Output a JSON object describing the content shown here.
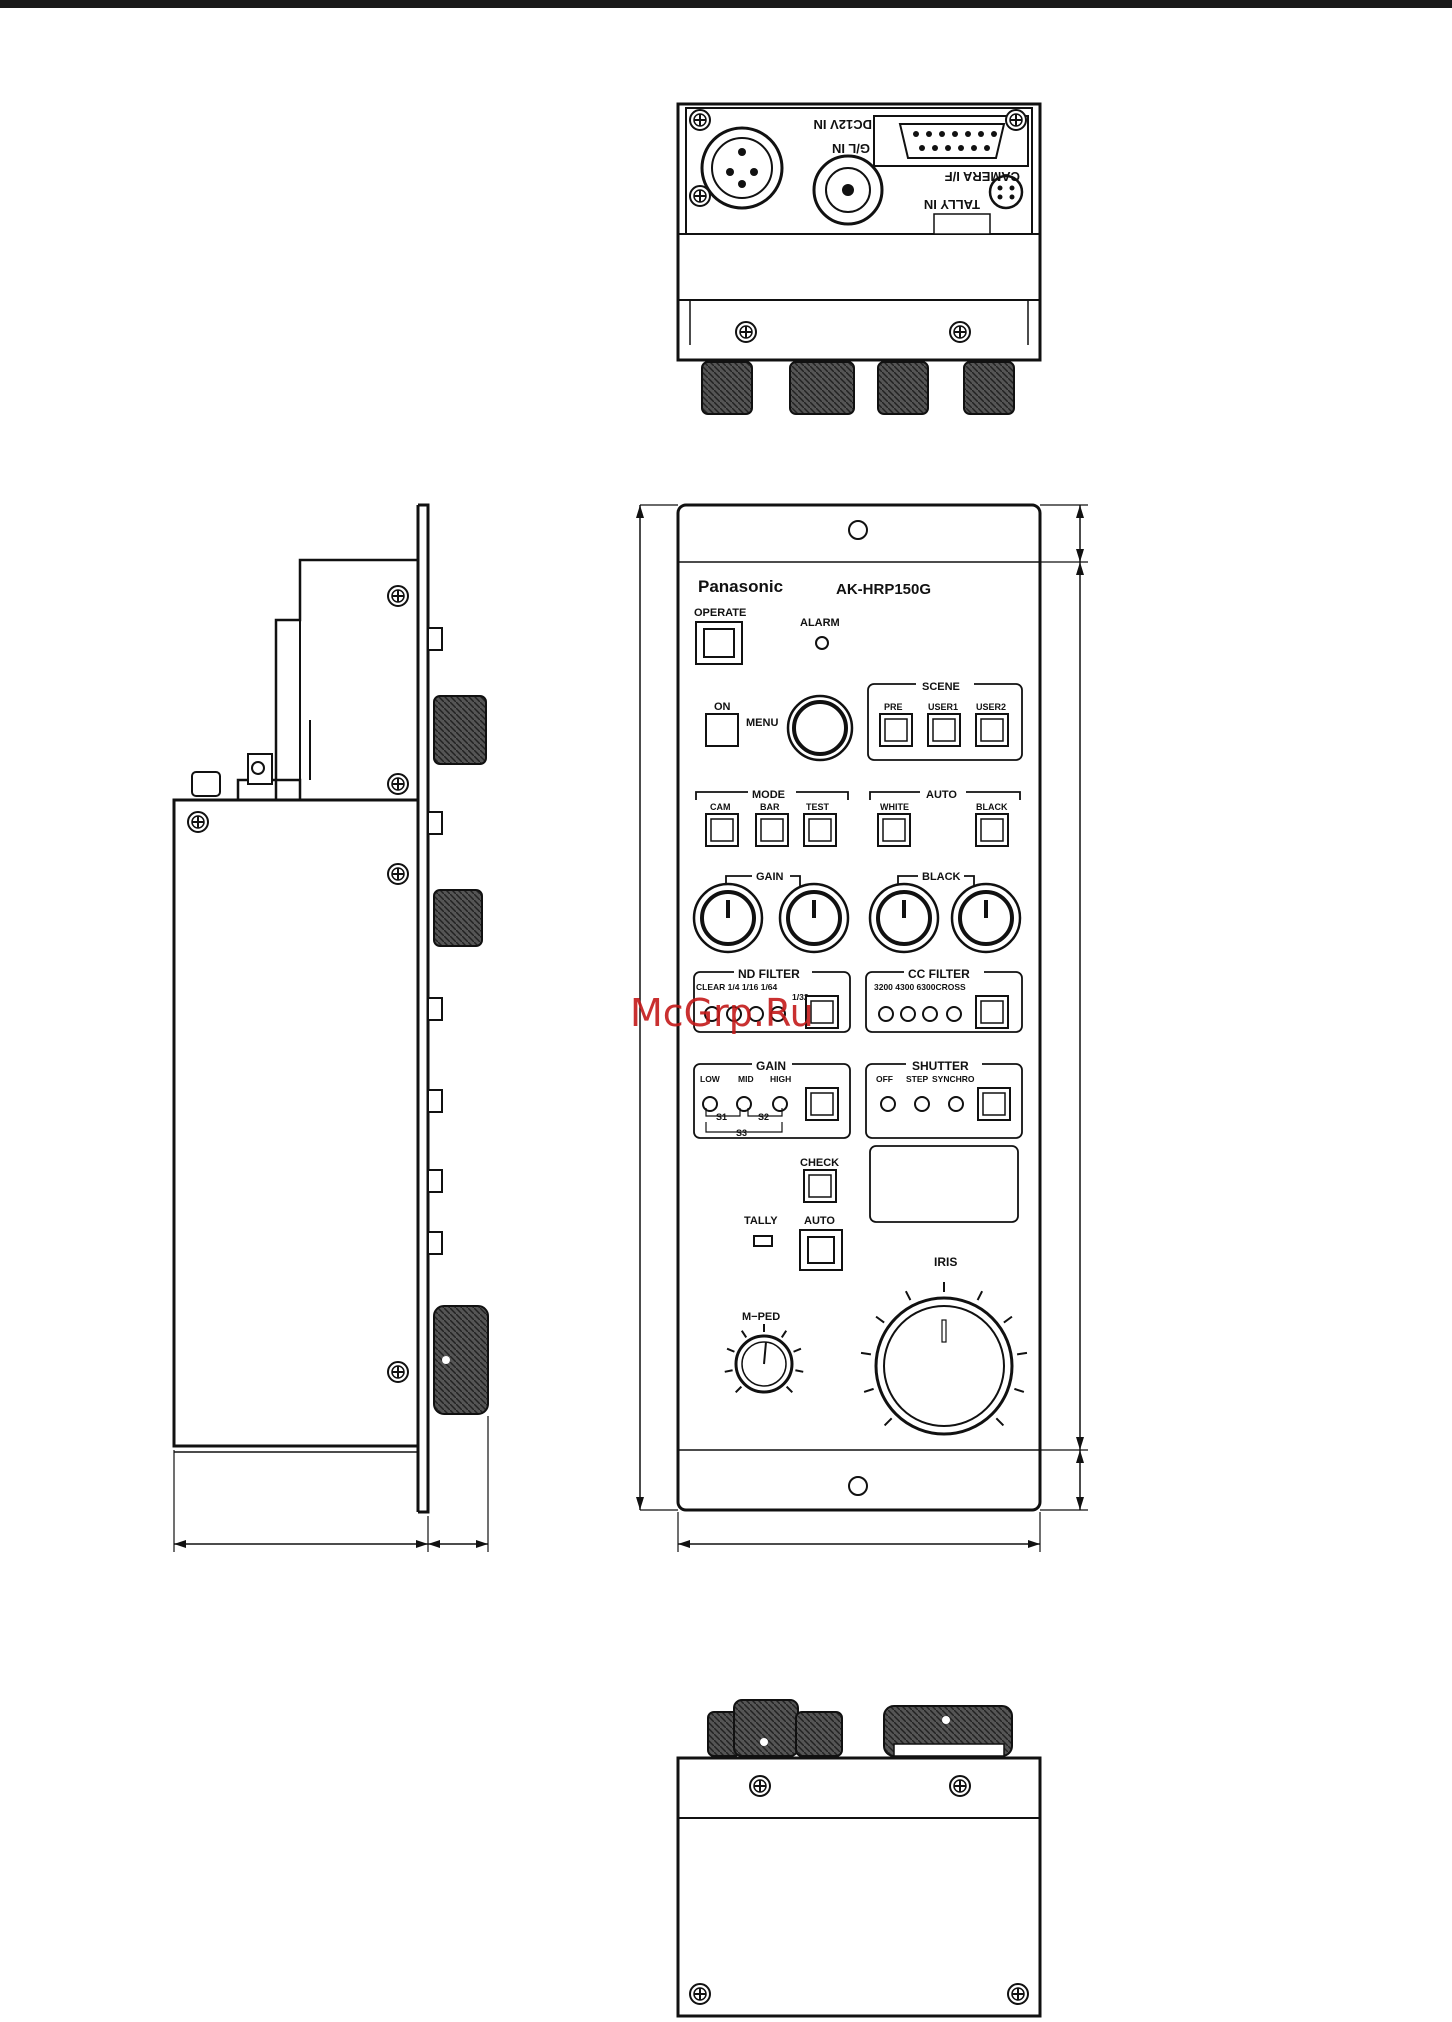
{
  "watermark": "McGrp.Ru",
  "rear_view": {
    "labels": {
      "dc_in": "DC12V IN",
      "gl_in": "G/L IN",
      "camera_if": "CAMERA I/F",
      "tally_in": "TALLY IN"
    }
  },
  "panel": {
    "brand": "Panasonic",
    "model": "AK-HRP150G",
    "operate": "OPERATE",
    "alarm": "ALARM",
    "on": "ON",
    "menu": "MENU",
    "scene": {
      "title": "SCENE",
      "buttons": [
        "PRE",
        "USER1",
        "USER2"
      ]
    },
    "mode": {
      "title": "MODE",
      "buttons": [
        "CAM",
        "BAR",
        "TEST"
      ]
    },
    "auto": {
      "title": "AUTO",
      "white": "WHITE",
      "black": "BLACK"
    },
    "gain_knobs": "GAIN",
    "black_knobs": "BLACK",
    "nd_filter": {
      "title": "ND FILTER",
      "labels": "CLEAR 1/4   1/16   1/64",
      "sub": "1/32"
    },
    "cc_filter": {
      "title": "CC FILTER",
      "labels": "3200 4300 6300CROSS"
    },
    "gain_select": {
      "title": "GAIN",
      "low": "LOW",
      "mid": "MID",
      "high": "HIGH",
      "s1": "S1",
      "s2": "S2",
      "s3": "S3"
    },
    "shutter": {
      "title": "SHUTTER",
      "off": "OFF",
      "step": "STEP",
      "synchro": "SYNCHRO"
    },
    "check": "CHECK",
    "tally": "TALLY",
    "iris_auto": "AUTO",
    "iris": "IRIS",
    "mped": "M−PED"
  }
}
